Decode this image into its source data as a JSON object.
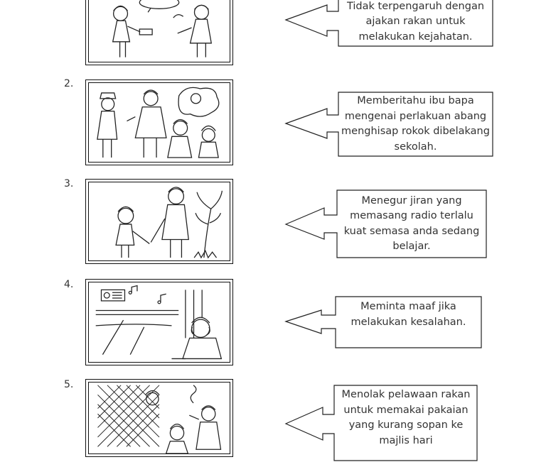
{
  "items": [
    {
      "number": "",
      "text": "Tidak terpengaruh dengan ajakan rakan untuk melakukan kejahatan."
    },
    {
      "number": "2.",
      "text": "Memberitahu ibu bapa mengenai perlakuan abang menghisap rokok dibelakang sekolah."
    },
    {
      "number": "3.",
      "text": "Menegur jiran yang memasang radio terlalu kuat semasa anda sedang belajar."
    },
    {
      "number": "4.",
      "text": "Meminta maaf jika melakukan kesalahan."
    },
    {
      "number": "5.",
      "text": "Menolak pelawaan rakan untuk memakai pakaian yang kurang sopan ke majlis hari"
    }
  ],
  "icons": {
    "pictures": [
      "children-talking-illustration",
      "children-group-illustration",
      "children-handshake-illustration",
      "girl-covering-ears-illustration",
      "children-fence-illustration"
    ],
    "arrow": "left-arrow-callout"
  }
}
